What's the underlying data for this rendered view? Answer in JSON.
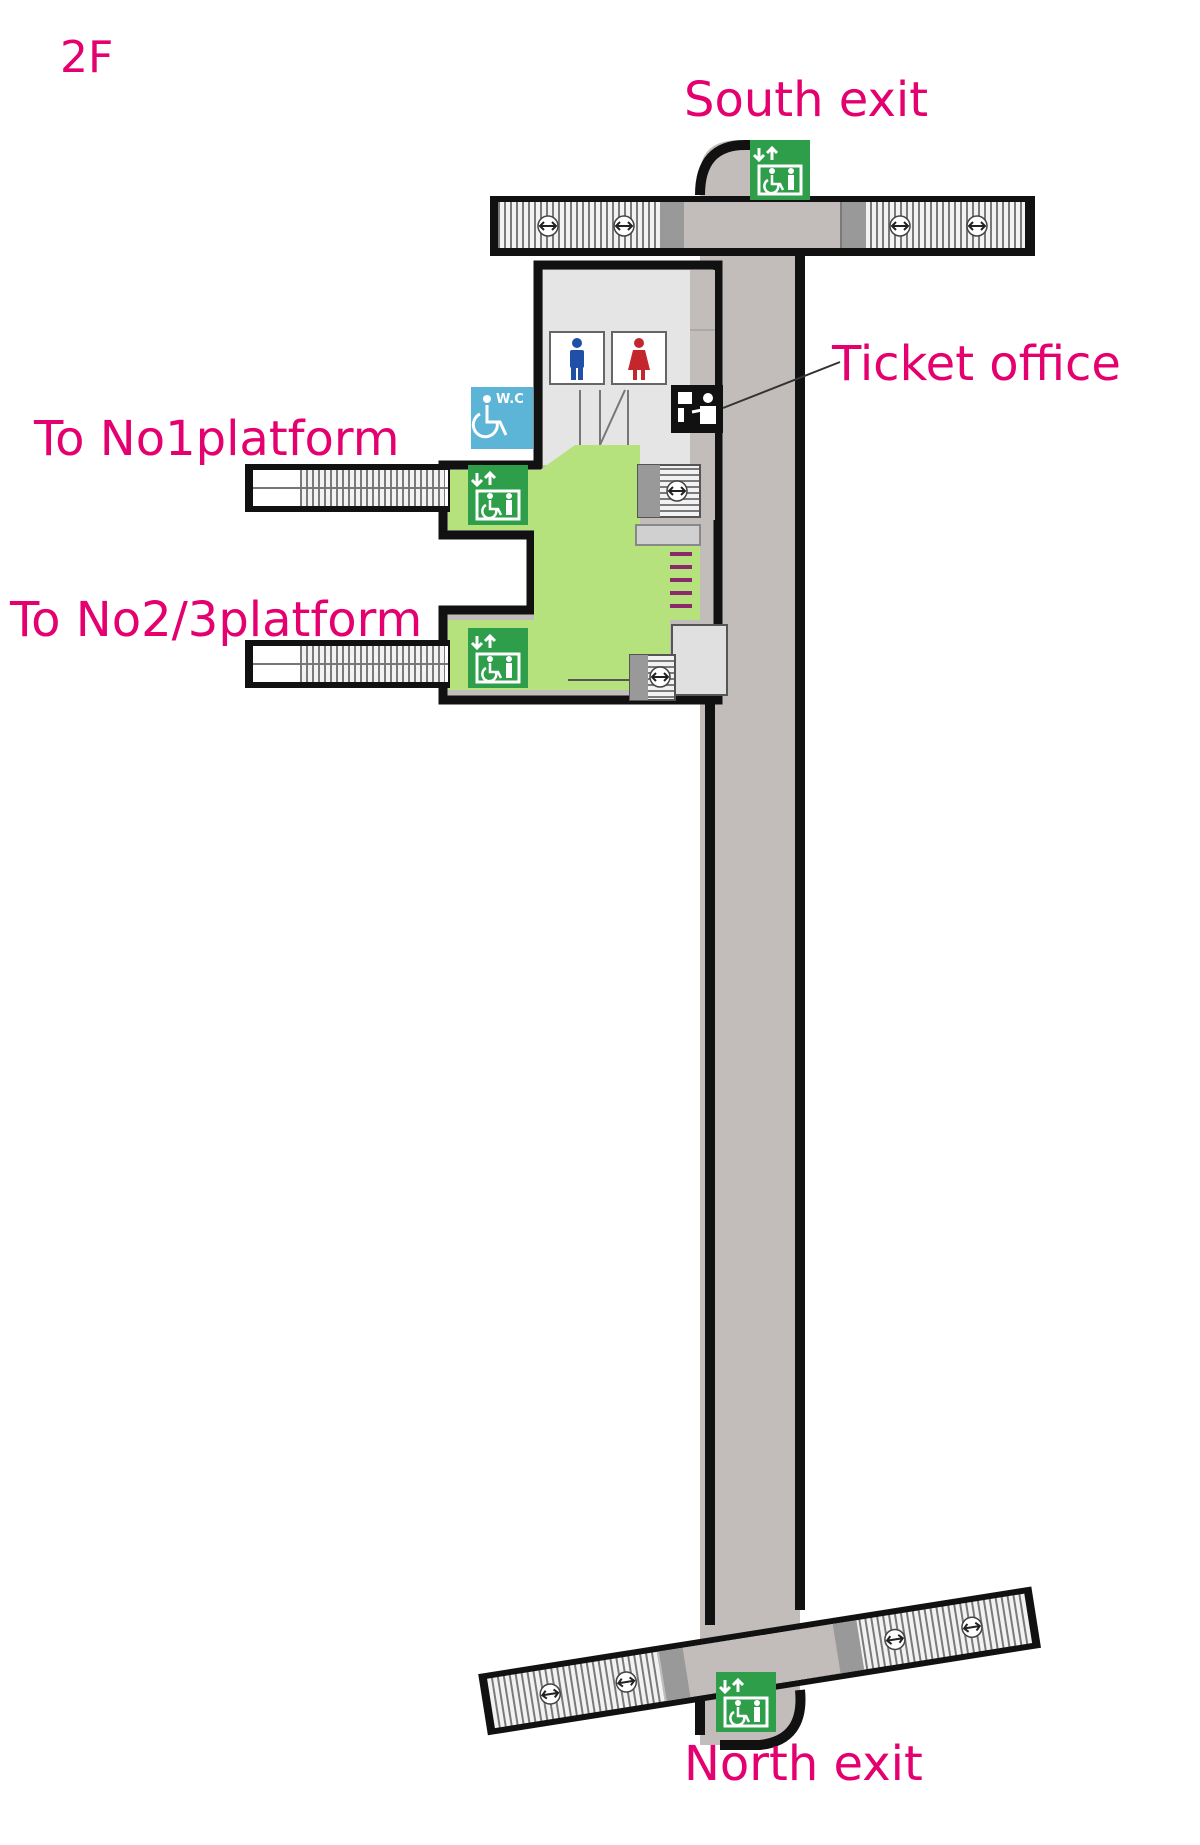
{
  "floor_label": "2F",
  "labels": {
    "south_exit": "South exit",
    "north_exit": "North exit",
    "ticket_office": "Ticket office",
    "to_no1": "To No1platform",
    "to_no23": "To No2/3platform",
    "wc_sign": "W.C"
  },
  "colors": {
    "label_text": "#e4006e",
    "concourse": "#c2bdba",
    "wall": "#111111",
    "green_area": "#b5e27c",
    "elevator_sign": "#2e9e4a",
    "wc_sign_bg": "#5cb4d6",
    "male": "#1f4fa6",
    "female": "#c3262c",
    "stair_fill": "#bcbcbc",
    "room_fill": "#e5e5e5"
  },
  "icons": {
    "elevator": "elevator-accessible-icon",
    "accessible_wc": "accessible-wc-icon",
    "male_toilet": "male-toilet-icon",
    "female_toilet": "female-toilet-icon",
    "ticket_office": "ticket-office-icon",
    "escalator": "bidirectional-escalator-icon"
  }
}
